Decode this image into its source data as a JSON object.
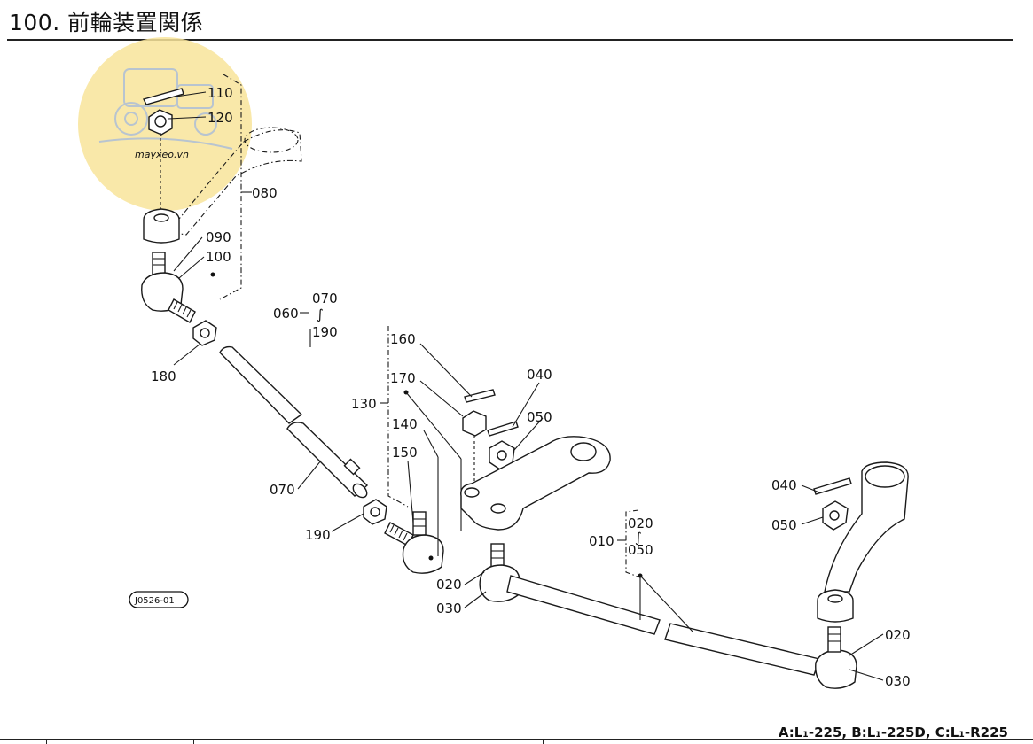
{
  "header": {
    "title": "100. 前輪装置関係"
  },
  "footer": {
    "models": "A:L₁-225, B:L₁-225D, C:L₁-R225"
  },
  "drawing_code": "J0526-01",
  "watermark": {
    "text": "mayxeo.vn",
    "color": "#f6e08a"
  },
  "callouts": {
    "p110": "110",
    "p120": "120",
    "p080": "080",
    "p090": "090",
    "p100": "100",
    "p060": "060",
    "p060_a": "070",
    "p060_b": "190",
    "p180": "180",
    "p160": "160",
    "p170": "170",
    "p130": "130",
    "p140": "140",
    "p150": "150",
    "p040a": "040",
    "p050a": "050",
    "p070": "070",
    "p190": "190",
    "p010": "010",
    "p010_a": "020",
    "p010_b": "050",
    "p020a": "020",
    "p030a": "030",
    "p040b": "040",
    "p050b": "050",
    "p020b": "020",
    "p030b": "030",
    "range": "∫"
  }
}
